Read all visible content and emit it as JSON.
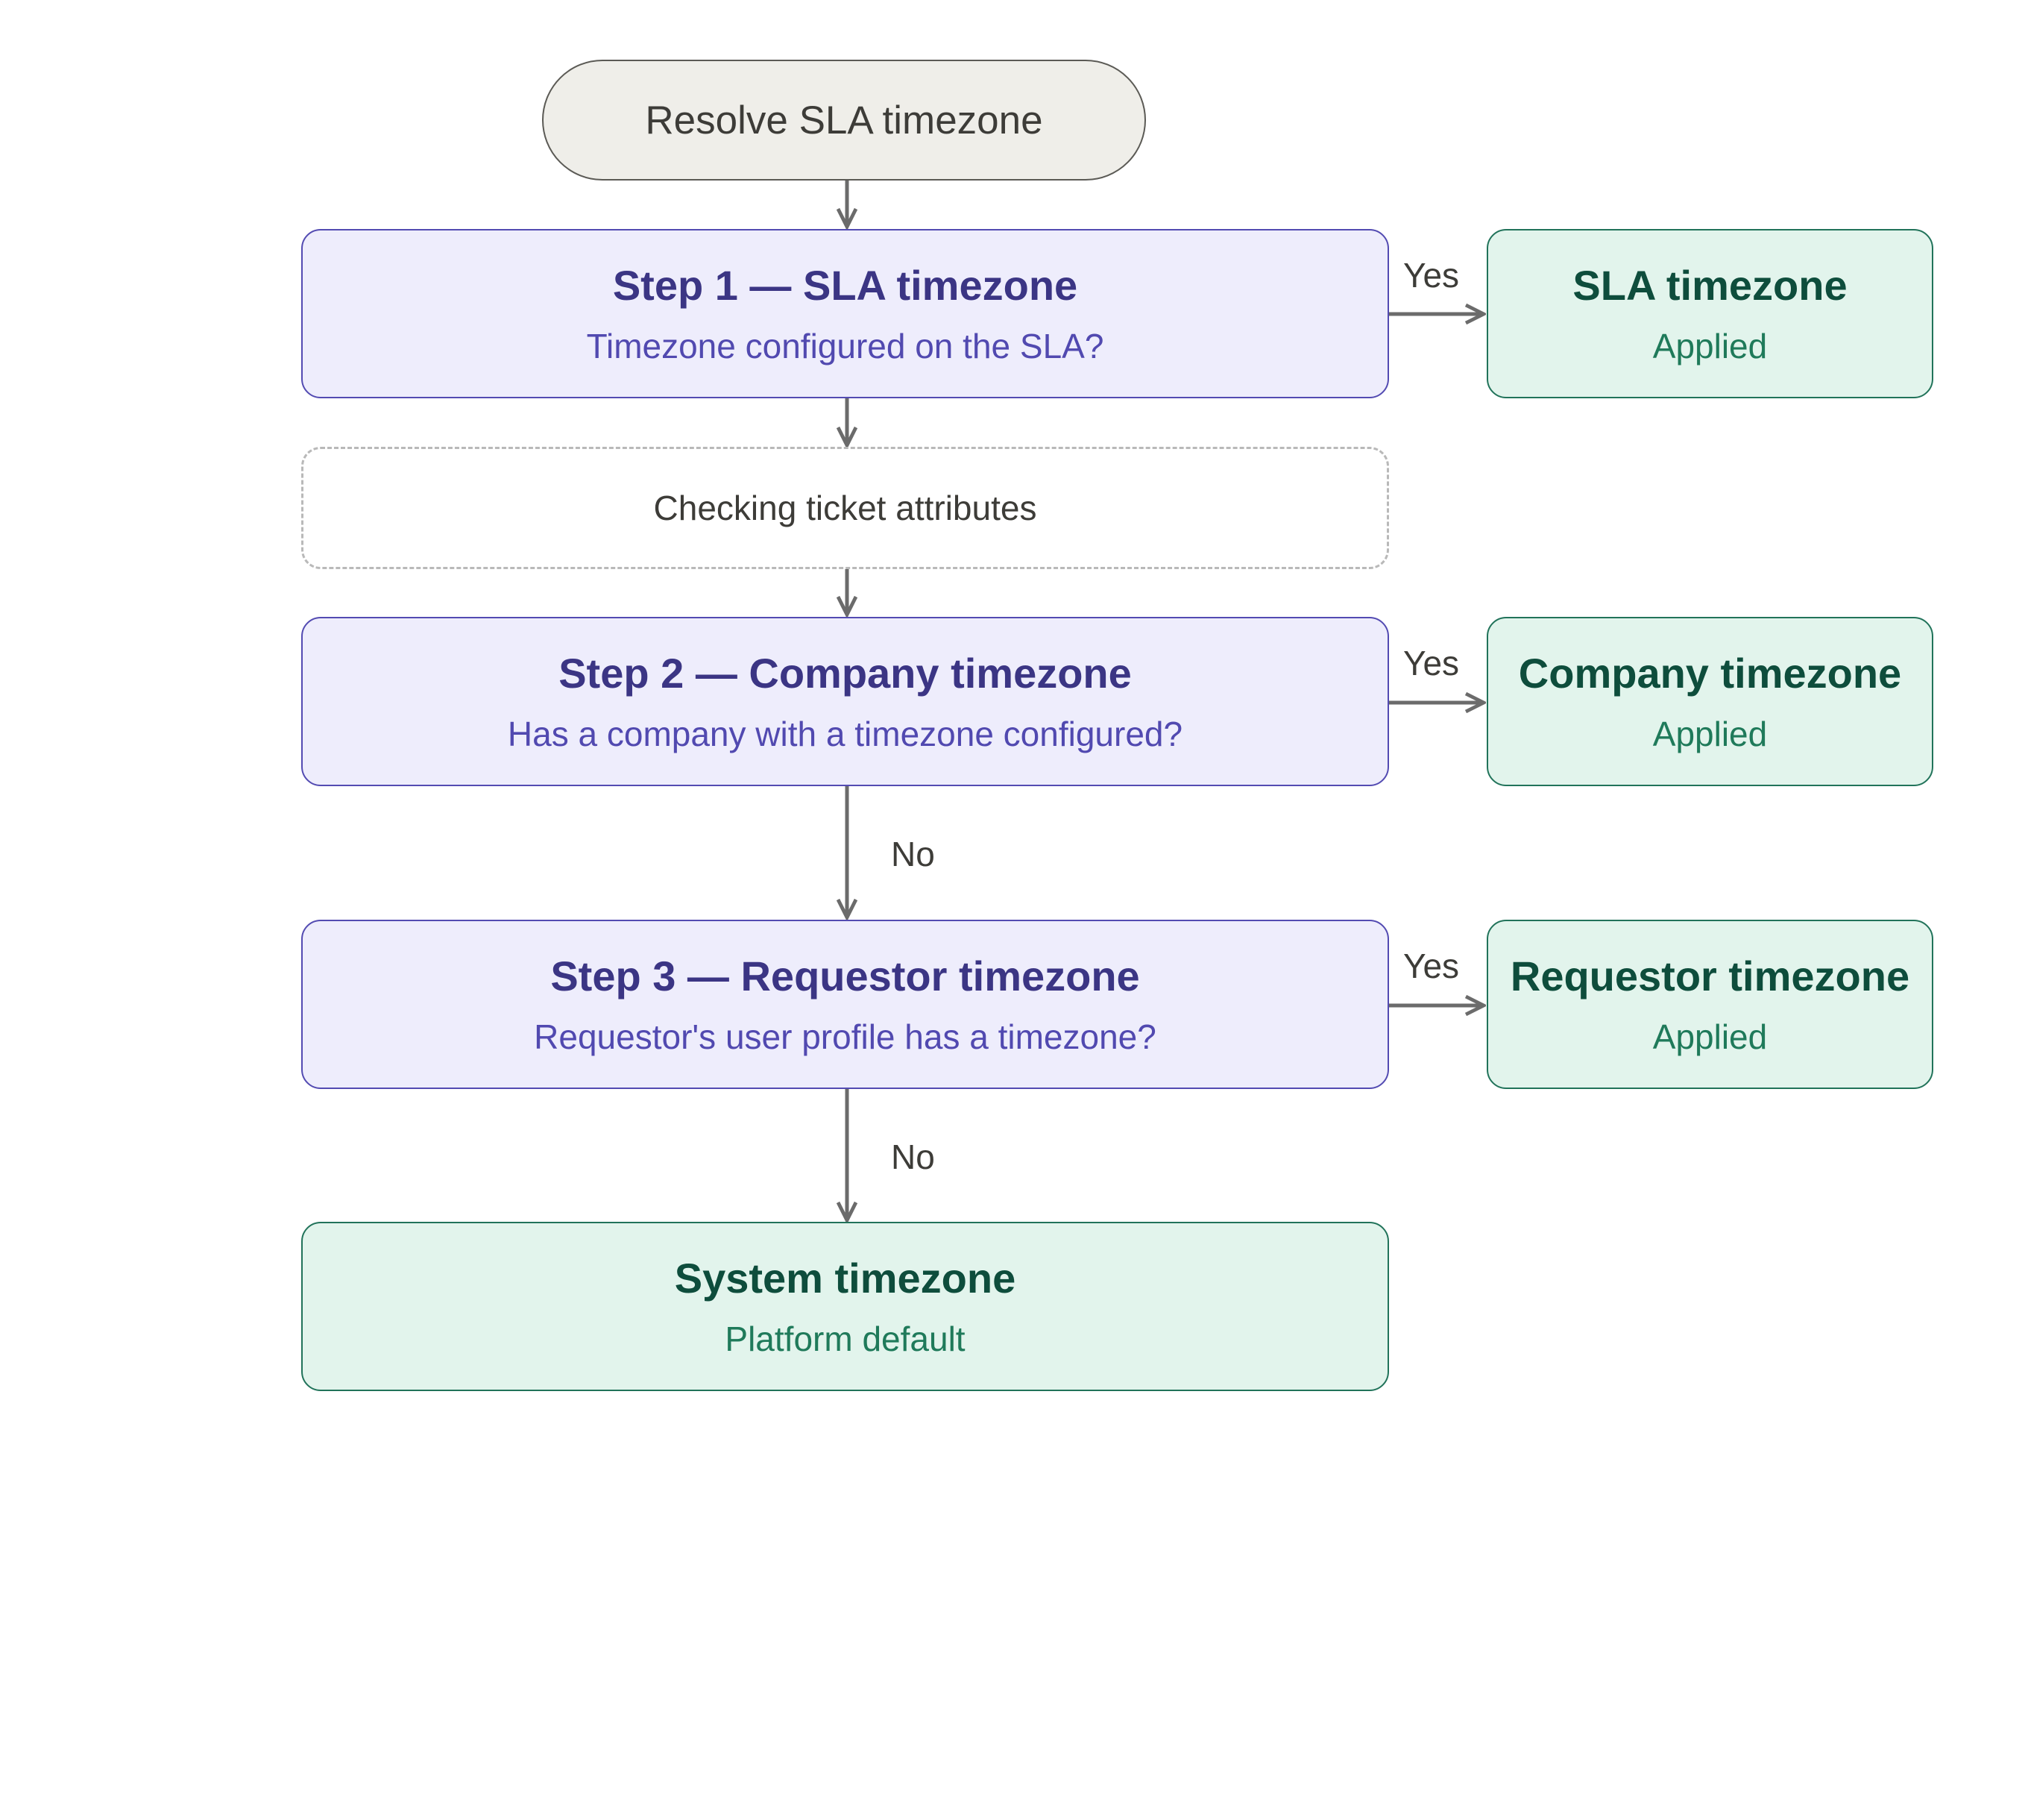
{
  "start": {
    "label": "Resolve SLA timezone"
  },
  "interim": {
    "label": "Checking ticket attributes"
  },
  "steps": [
    {
      "title": "Step 1 — SLA timezone",
      "question": "Timezone configured on the SLA?"
    },
    {
      "title": "Step 2 — Company timezone",
      "question": "Has a company with a timezone configured?"
    },
    {
      "title": "Step 3 — Requestor timezone",
      "question": "Requestor's user profile has a timezone?"
    }
  ],
  "results": [
    {
      "title": "SLA timezone",
      "subtitle": "Applied"
    },
    {
      "title": "Company timezone",
      "subtitle": "Applied"
    },
    {
      "title": "Requestor timezone",
      "subtitle": "Applied"
    }
  ],
  "fallback": {
    "title": "System timezone",
    "subtitle": "Platform default"
  },
  "edge_labels": {
    "yes": "Yes",
    "no": "No"
  },
  "colors": {
    "step_fill": "#eeedfc",
    "step_border": "#534bb2",
    "result_fill": "#e2f4ec",
    "result_border": "#21735a",
    "start_fill": "#efeee9",
    "arrow": "#6b6b6b"
  }
}
